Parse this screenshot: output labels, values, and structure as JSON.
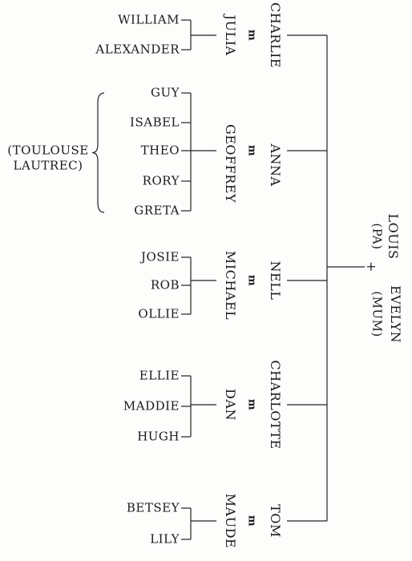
{
  "root": {
    "father": "LOUIS",
    "father_note": "(PA)",
    "join": "+",
    "mother": "EVELYN",
    "mother_note": "(MUM)"
  },
  "married_symbol": "m",
  "families": [
    {
      "parent": "CHARLIE",
      "spouse": "JULIA",
      "children": [
        "WILLIAM",
        "ALEXANDER"
      ]
    },
    {
      "parent": "ANNA",
      "spouse": "GEOFFREY",
      "children": [
        "GUY",
        "ISABEL",
        "THEO",
        "RORY",
        "GRETA"
      ],
      "group_note": "(TOULOUSE\nLAUTREC)"
    },
    {
      "parent": "NELL",
      "spouse": "MICHAEL",
      "children": [
        "JOSIE",
        "ROB",
        "OLLIE"
      ]
    },
    {
      "parent": "CHARLOTTE",
      "spouse": "DAN",
      "children": [
        "ELLIE",
        "MADDIE",
        "HUGH"
      ]
    },
    {
      "parent": "TOM",
      "spouse": "MAUDE",
      "children": [
        "BETSEY",
        "LILY"
      ]
    }
  ]
}
